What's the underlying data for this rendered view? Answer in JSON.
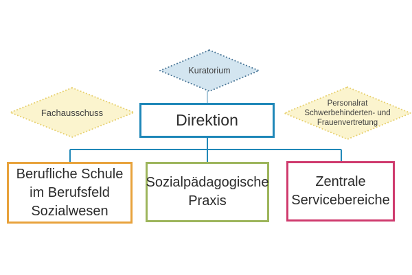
{
  "diagram": {
    "background_color": "#ffffff",
    "connectors": {
      "tree_color": "#2188b8",
      "stem_color": "#8fb8cf"
    },
    "diamonds": {
      "kuratorium": {
        "label": "Kuratorium",
        "fill_color": "#d3e5f0",
        "dot_color": "#4a7697",
        "text_color": "#3f3f3f"
      },
      "fachausschuss": {
        "label": "Fachausschuss",
        "fill_color": "#fbf4ce",
        "dot_color": "#e7d06f",
        "text_color": "#3f3f3f"
      },
      "personalrat": {
        "lines": [
          "Personalrat",
          "Schwerbehinderten- und",
          "Frauenvertretung"
        ],
        "fill_color": "#fbf4ce",
        "dot_color": "#e7d06f",
        "text_color": "#3f3f3f"
      }
    },
    "boxes": {
      "direktion": {
        "label": "Direktion",
        "border_color": "#1e87b8",
        "text_color": "#2b2b2b"
      },
      "berufliche_schule": {
        "lines": [
          "Berufliche Schule",
          "im Berufsfeld",
          "Sozialwesen"
        ],
        "border_color": "#e8a23b",
        "text_color": "#2b2b2b"
      },
      "sozialpaedagogische_praxis": {
        "lines": [
          "Sozialpädagogische",
          "Praxis"
        ],
        "border_color": "#9db55c",
        "text_color": "#2b2b2b"
      },
      "zentrale_servicebereiche": {
        "lines": [
          "Zentrale",
          "Servicebereiche"
        ],
        "border_color": "#cf3a6d",
        "text_color": "#2b2b2b"
      }
    }
  }
}
